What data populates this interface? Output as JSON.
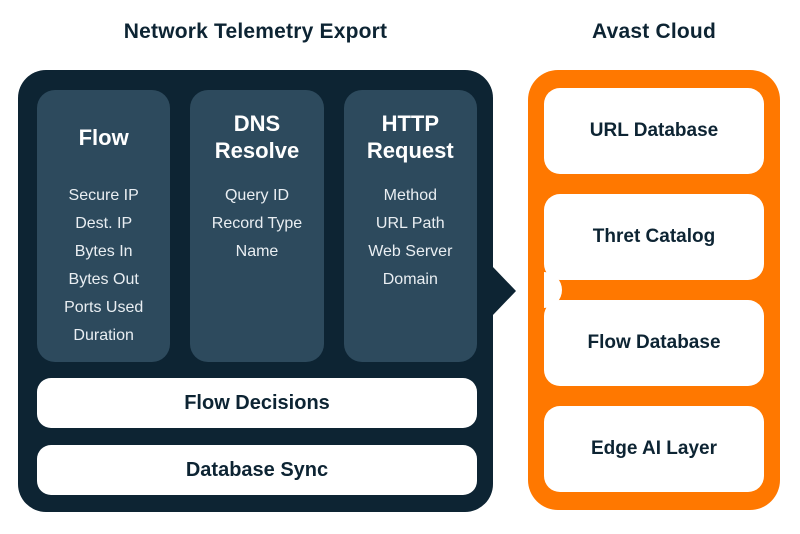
{
  "telemetry_panel": {
    "title": "Network Telemetry Export",
    "cards": [
      {
        "heading": "Flow",
        "items": [
          "Secure IP",
          "Dest. IP",
          "Bytes In",
          "Bytes Out",
          "Ports Used",
          "Duration"
        ]
      },
      {
        "heading": "DNS Resolve",
        "items": [
          "Query ID",
          "Record Type",
          "Name"
        ]
      },
      {
        "heading": "HTTP Request",
        "items": [
          "Method",
          "URL Path",
          "Web Server Domain"
        ]
      }
    ],
    "bars": [
      "Flow Decisions",
      "Database Sync"
    ]
  },
  "cloud_panel": {
    "title": "Avast Cloud",
    "cards": [
      "URL Database",
      "Thret Catalog",
      "Flow Database",
      "Edge AI Layer"
    ]
  },
  "colors": {
    "panel_navy": "#0d2433",
    "card_slate": "#2d4a5d",
    "cloud_orange": "#ff7800",
    "card_white": "#ffffff",
    "text_navy": "#0d2433",
    "text_white": "#ffffff"
  }
}
